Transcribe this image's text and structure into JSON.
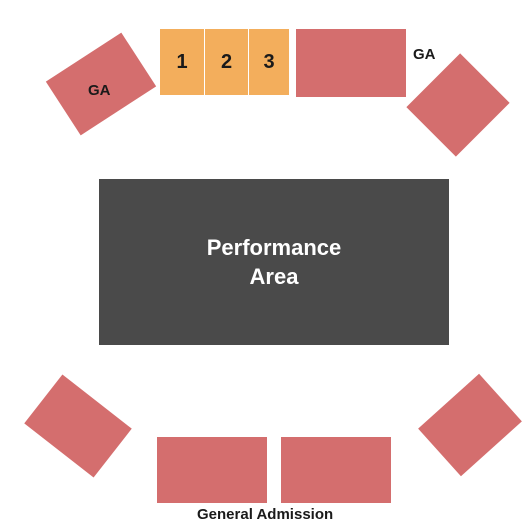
{
  "colors": {
    "ga_section": "#d46e6e",
    "numbered_section": "#f3ae5c",
    "stage": "#4a4a4a",
    "background": "#ffffff"
  },
  "stage": {
    "line1": "Performance",
    "line2": "Area"
  },
  "sections": {
    "numbered": [
      "1",
      "2",
      "3"
    ],
    "ga_label_left": "GA",
    "ga_label_right": "GA"
  },
  "footer": {
    "label": "General Admission"
  }
}
